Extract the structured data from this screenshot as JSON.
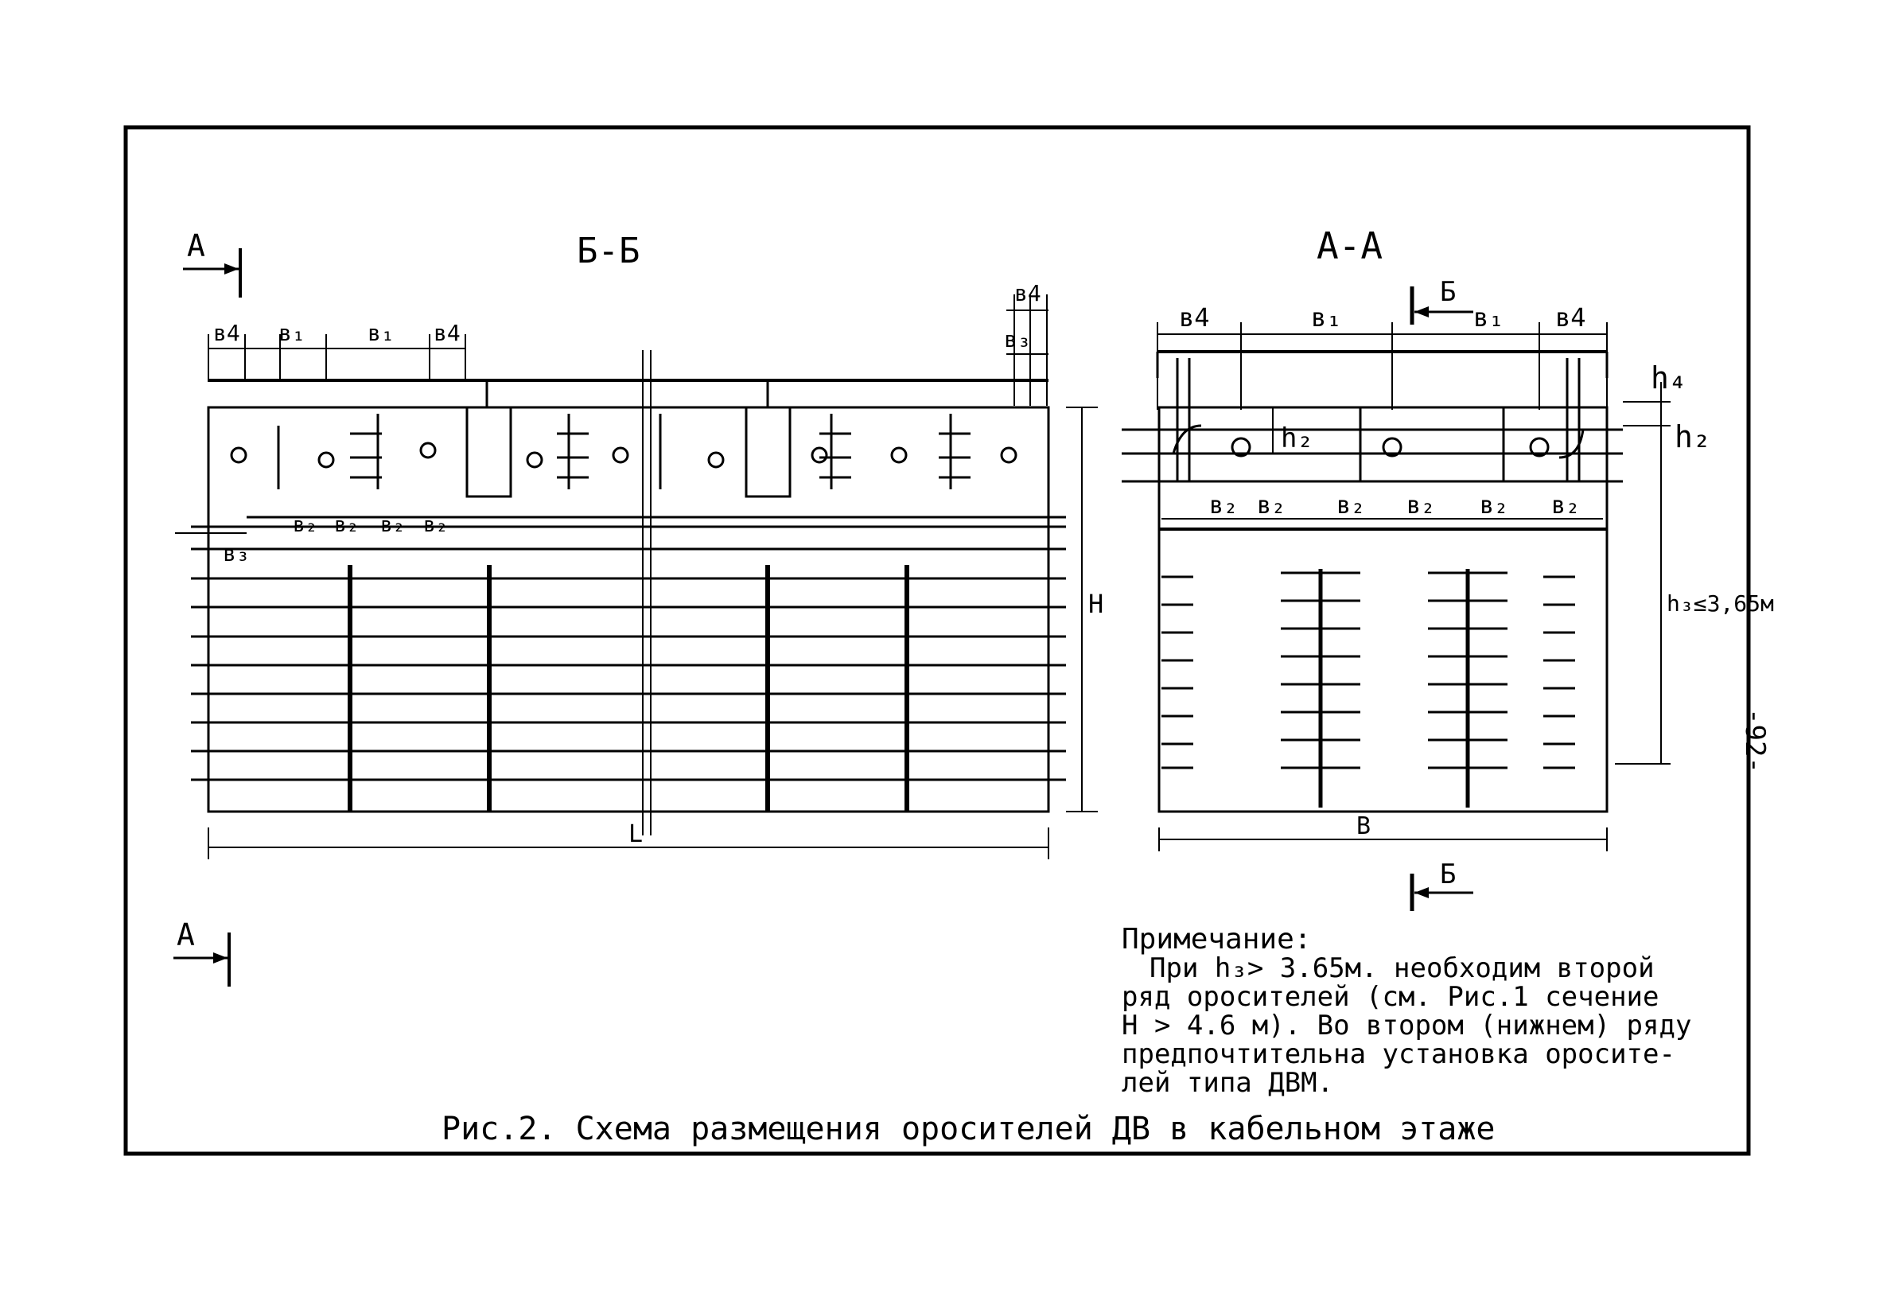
{
  "sections": {
    "left_title": "Б-Б",
    "right_title": "А-А",
    "marker_a": "А",
    "marker_b": "Б"
  },
  "dims": {
    "b1": "в₁",
    "b2": "в₂",
    "b3": "в₃",
    "b4": "в4",
    "h2": "h₂",
    "h4": "h₄",
    "H": "H",
    "L": "L",
    "B": "B",
    "h3_limit": "h₃≤3,65м"
  },
  "page_number": "-92-",
  "note": {
    "heading": "Примечание:",
    "lines": [
      "При h₃> 3.65м. необходим второй",
      "ряд оросителей (см. Рис.1 сечение",
      "H > 4.6 м). Во втором (нижнем) ряду",
      "предпочтительна установка оросите-",
      "лей типа ДВМ."
    ]
  },
  "caption": "Рис.2.  Схема размещения оросителей ДВ в кабельном этаже",
  "colors": {
    "ink": "#000000",
    "paper": "#ffffff"
  }
}
